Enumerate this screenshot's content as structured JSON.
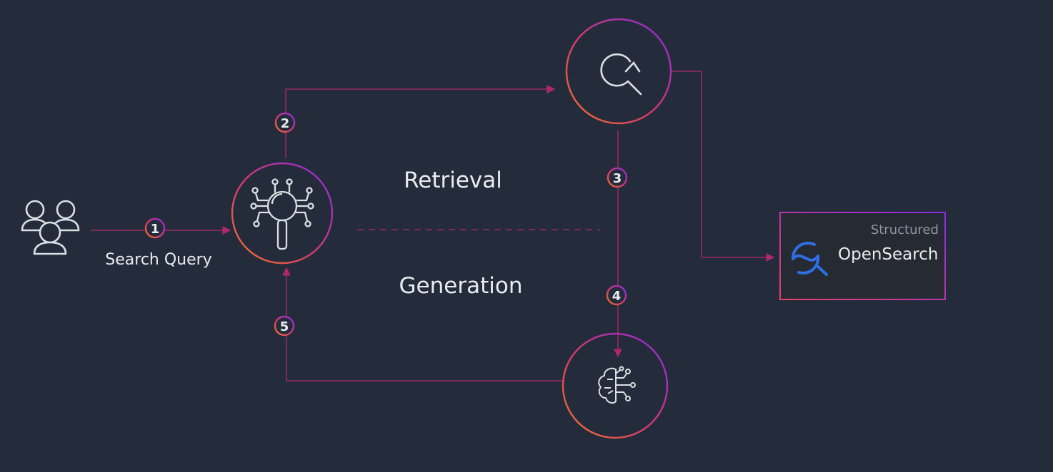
{
  "labels": {
    "search_query": "Search Query",
    "retrieval": "Retrieval",
    "generation": "Generation"
  },
  "steps": [
    "1",
    "2",
    "3",
    "4",
    "5"
  ],
  "opensearch": {
    "badge": "Structured",
    "name": "OpenSearch"
  },
  "icons": {
    "users": "users-icon",
    "orchestrator": "search-network-icon",
    "retriever": "search-refresh-icon",
    "llm": "ai-brain-icon",
    "opensearch": "opensearch-logo-icon"
  },
  "colors": {
    "background": "#242c3b",
    "connector": "#b0286a",
    "ring_start": "#f0752a",
    "ring_end": "#8a2be2",
    "icon": "#dcdfe4",
    "opensearch_blue": "#2f6fe4"
  }
}
